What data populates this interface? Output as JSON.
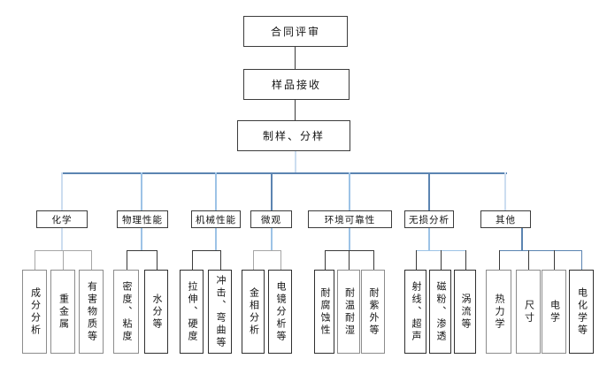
{
  "diagram": {
    "type": "flowchart",
    "direction": "top-down",
    "top_chain": [
      "合同评审",
      "样品接收",
      "制样、分样"
    ],
    "branches": [
      {
        "label": "化学",
        "children": [
          "成分分析",
          "重金属",
          "有害物质等"
        ]
      },
      {
        "label": "物理性能",
        "children": [
          "密度、粘度",
          "水分等"
        ]
      },
      {
        "label": "机械性能",
        "children": [
          "拉伸、硬度",
          "冲击、弯曲等"
        ]
      },
      {
        "label": "微观",
        "children": [
          "金相分析",
          "电镜分析等"
        ]
      },
      {
        "label": "环境可靠性",
        "children": [
          "耐腐蚀性",
          "耐温耐湿",
          "耐紫外等"
        ]
      },
      {
        "label": "无损分析",
        "children": [
          "射线、超声",
          "磁粉、渗透",
          "涡流等"
        ]
      },
      {
        "label": "其他",
        "children": [
          "热力学",
          "尺寸",
          "电学",
          "电化学等"
        ]
      }
    ],
    "colors": {
      "steel_blue": "#5b84b1",
      "light_blue": "#9dc3e6",
      "pale_blue": "#ccddf0",
      "gray_line": "#a6a6a6",
      "dark_line": "#3a3a3a"
    }
  }
}
